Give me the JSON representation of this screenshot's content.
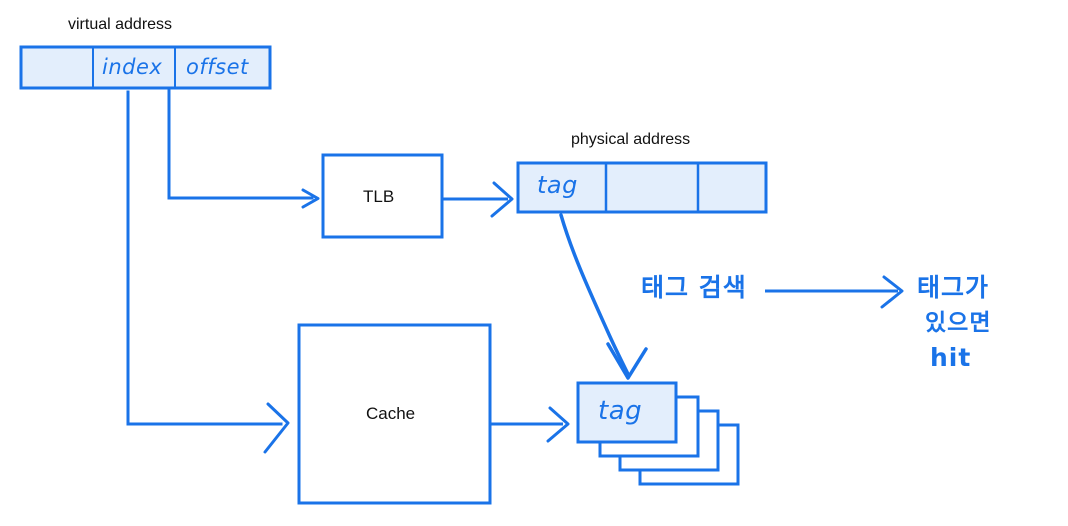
{
  "diagram": {
    "title_labels": {
      "virtual_address": "virtual address",
      "physical_address": "physical address"
    },
    "virtual_address": {
      "label": "virtual address",
      "cells": [
        {
          "text": ""
        },
        {
          "text": "index"
        },
        {
          "text": "offset"
        }
      ]
    },
    "physical_address": {
      "label": "physical address",
      "cells": [
        {
          "text": "tag"
        },
        {
          "text": ""
        },
        {
          "text": ""
        }
      ]
    },
    "blocks": {
      "tlb": "TLB",
      "cache": "Cache"
    },
    "cache_lines": {
      "front_label": "tag",
      "stack_count": 4
    },
    "annotations": {
      "tag_search": "태그 검색",
      "hit_line1": "태그가",
      "hit_line2": "있으면",
      "hit_line3": "hit"
    },
    "colors": {
      "stroke": "#1a73e8",
      "fill_light": "#e3eefc",
      "text_dark": "#111111",
      "background": "#ffffff"
    }
  }
}
